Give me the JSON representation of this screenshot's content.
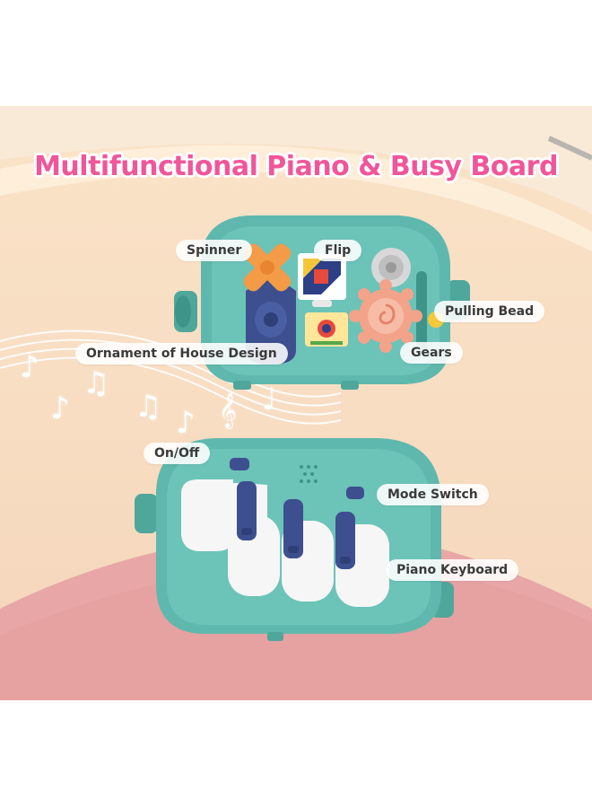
{
  "title": "Multifunctional Piano & Busy Board",
  "labels": {
    "spinner": "Spinner",
    "flip": "Flip",
    "pulling_bead": "Pulling Bead",
    "ornament": "Ornament of House Design",
    "gears": "Gears",
    "on_off": "On/Off",
    "mode_switch": "Mode Switch",
    "piano_keyboard": "Piano Keyboard"
  },
  "colors": {
    "title": "#f0569a",
    "toy_teal": "#5fb8ad",
    "toy_teal_dark": "#3f948a",
    "key_white": "#f6f6f6",
    "key_navy": "#3d4f8f",
    "floor_pink": "#e8a6a6",
    "background_peach": "#fae3c8"
  },
  "icons": [
    "music-note-icon",
    "treble-clef-icon"
  ]
}
